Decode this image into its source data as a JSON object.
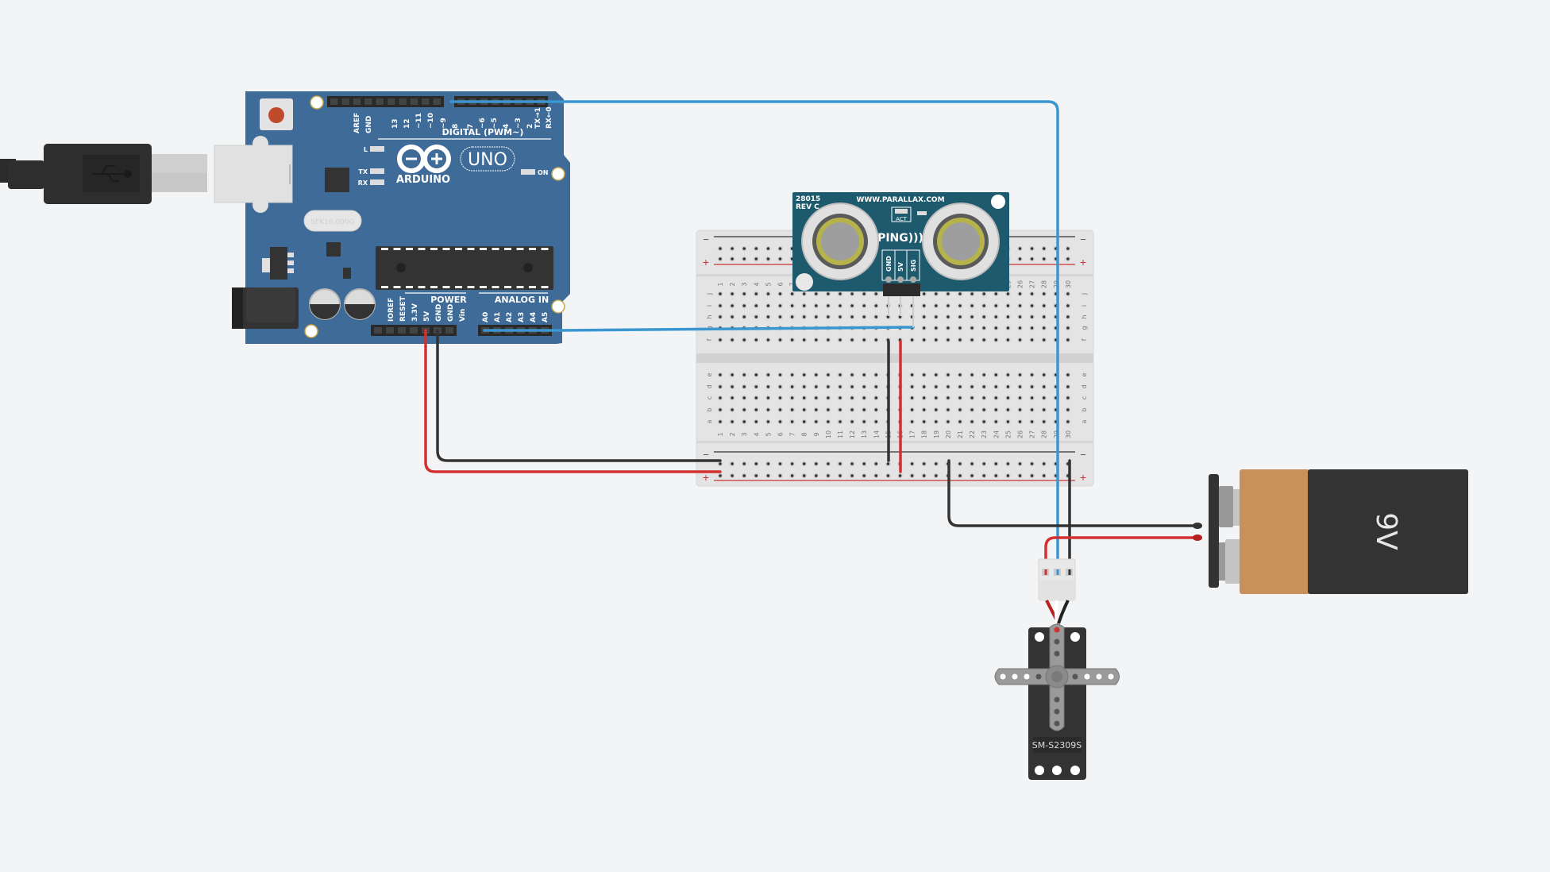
{
  "canvas": {
    "background": "#f3f4f6"
  },
  "arduino": {
    "name": "Arduino Uno",
    "logo_text": "ARDUINO",
    "model_badge": "UNO",
    "digital_header_label": "DIGITAL (PWM~)",
    "digital_pins": [
      "AREF",
      "GND",
      "13",
      "12",
      "~11",
      "~10",
      "~9",
      "8",
      "7",
      "~6",
      "~5",
      "4",
      "~3",
      "2",
      "TX→1",
      "RX←0"
    ],
    "power_label": "POWER",
    "power_pins": [
      "IOREF",
      "RESET",
      "3.3V",
      "5V",
      "GND",
      "GND",
      "Vin"
    ],
    "analog_label": "ANALOG IN",
    "analog_pins": [
      "A0",
      "A1",
      "A2",
      "A3",
      "A4",
      "A5"
    ],
    "led_labels": [
      "L",
      "TX",
      "RX"
    ],
    "on_label": "ON",
    "crystal_text": "SFK16.000G",
    "board_color": "#3e6b97"
  },
  "ping_sensor": {
    "part_number": "28015",
    "revision": "REV C",
    "website": "WWW.PARALLAX.COM",
    "act_label": "ACT",
    "brand": "PING)))",
    "pins": [
      "GND",
      "5V",
      "SIG"
    ],
    "board_color": "#1e5a6e"
  },
  "breadboard": {
    "columns": 30,
    "top_rows": [
      "j",
      "i",
      "h",
      "g",
      "f"
    ],
    "bottom_rows": [
      "e",
      "d",
      "c",
      "b",
      "a"
    ],
    "rail_minus": "−",
    "rail_plus": "+"
  },
  "servo": {
    "model": "SM-S2309S"
  },
  "battery": {
    "label": "9V",
    "voltage": 9
  },
  "wire_colors": {
    "signal": "#3a96d0",
    "power": "#d33131",
    "ground": "#333333"
  },
  "wires": [
    {
      "id": "pin9-to-servo-signal",
      "color": "signal",
      "from": "Arduino ~9",
      "to": "Servo signal"
    },
    {
      "id": "a0-to-ping-sig",
      "color": "signal",
      "from": "Arduino A0",
      "to": "Breadboard g17 (PING SIG)"
    },
    {
      "id": "5v-to-rail",
      "color": "power",
      "from": "Arduino 5V",
      "to": "Breadboard + rail"
    },
    {
      "id": "gnd-to-rail",
      "color": "ground",
      "from": "Arduino GND",
      "to": "Breadboard - rail"
    },
    {
      "id": "ping-gnd",
      "color": "ground",
      "from": "Breadboard f15",
      "to": "Breadboard - rail"
    },
    {
      "id": "ping-5v",
      "color": "power",
      "from": "Breadboard f16",
      "to": "Breadboard + rail"
    },
    {
      "id": "battery-neg",
      "color": "ground",
      "from": "Breadboard - rail col 20",
      "to": "9V battery -"
    },
    {
      "id": "battery-pos",
      "color": "power",
      "from": "9V battery +",
      "to": "Servo power"
    },
    {
      "id": "servo-gnd",
      "color": "ground",
      "from": "Breadboard - rail col 30",
      "to": "Servo ground"
    }
  ]
}
